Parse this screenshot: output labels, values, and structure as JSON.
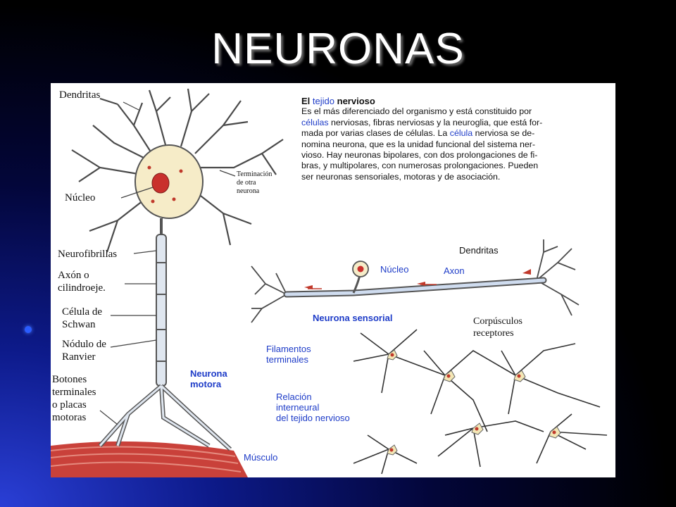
{
  "slide": {
    "title": "NEURONAS"
  },
  "text_block": {
    "title_prefix": "El",
    "title_link": "tejido",
    "title_bold": "nervioso",
    "line1": "Es el más diferenciado del organismo y está constituido por",
    "line2_blue": "células",
    "line2_rest": " nerviosas, fibras nerviosas y la neuroglia, que está for-",
    "line3_a": "mada por varias clases de células. La ",
    "line3_blue": "célula",
    "line3_b": " nerviosa se de-",
    "line4": "nomina neurona, que es la unidad funcional del sistema ner-",
    "line5": "vioso. Hay neuronas bipolares, con dos prolongaciones de fi-",
    "line6": "bras, y multipolares, con numerosas prolongaciones. Pueden",
    "line7": "ser neuronas sensoriales, motoras y de asociación."
  },
  "labels": {
    "dendritas_left": "Dendritas",
    "terminacion": [
      "Terminación",
      "de otra",
      "neurona"
    ],
    "nucleo_left": "Núcleo",
    "neurofibrillas": "Neurofibrillas",
    "axon": [
      "Axón o",
      "cilindroeje."
    ],
    "celula_schwan": [
      "Célula de",
      "Schwan"
    ],
    "nodulo": [
      "Nódulo de",
      "Ranvier"
    ],
    "botones": [
      "Botones",
      "terminales",
      "o placas",
      "motoras"
    ],
    "neurona_motora": [
      "Neurona",
      "motora"
    ],
    "musculo": "Músculo",
    "dendritas_right": "Dendritas",
    "nucleo_sensory": "Núcleo",
    "axon_sensory": "Axon",
    "neurona_sensorial": "Neurona sensorial",
    "corpusculos": [
      "Corpúsculos",
      "receptores"
    ],
    "filamentos": [
      "Filamentos",
      "terminales"
    ],
    "relacion": [
      "Relación",
      "interneural",
      "del tejido nervioso"
    ]
  }
}
